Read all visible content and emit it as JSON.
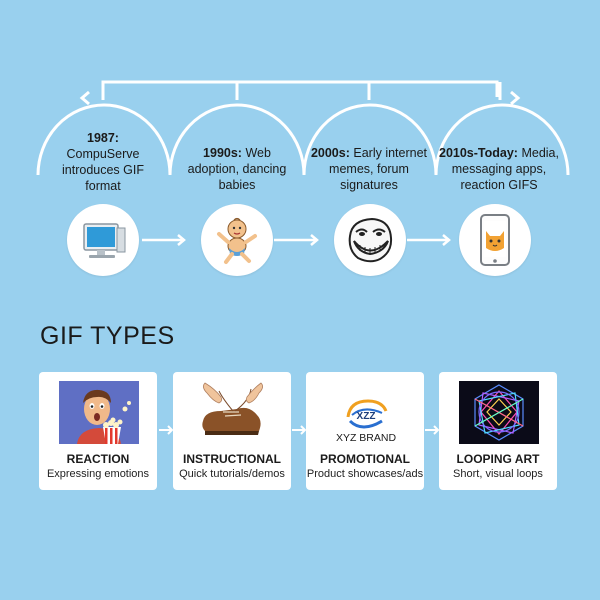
{
  "timeline": {
    "eras": [
      {
        "year": "1987:",
        "text": "CompuServe introduces GIF format",
        "icon": "computer-icon"
      },
      {
        "year": "1990s:",
        "text": "Web adoption, dancing babies",
        "icon": "dancing-baby-icon"
      },
      {
        "year": "2000s:",
        "text": "Early internet memes, forum signatures",
        "icon": "trollface-icon"
      },
      {
        "year": "2010s-Today:",
        "text": "Media, messaging apps, reaction GIFS",
        "icon": "smartphone-cat-icon"
      }
    ]
  },
  "gif_types": {
    "title": "GIF TYPES",
    "cards": [
      {
        "title": "REACTION",
        "subtitle": "Expressing emotions",
        "image": "popcorn-reaction-image"
      },
      {
        "title": "INSTRUCTIONAL",
        "subtitle": "Quick tutorials/demos",
        "image": "shoe-lacing-image"
      },
      {
        "title": "PROMOTIONAL",
        "subtitle": "Product showcases/ads",
        "image": "xyz-brand-logo",
        "logo_text": "XZZ",
        "brand_text": "XYZ BRAND"
      },
      {
        "title": "LOOPING ART",
        "subtitle": "Short, visual loops",
        "image": "geometric-loop-image"
      }
    ]
  },
  "colors": {
    "background": "#99d0ee",
    "line": "#ffffff"
  }
}
